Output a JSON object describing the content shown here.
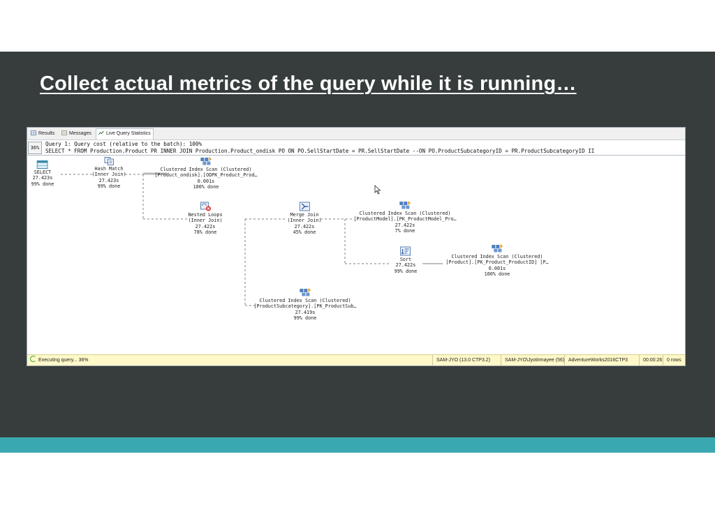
{
  "slide": {
    "title": "Collect actual metrics of the query while it is running…",
    "band_color": "#363d3c",
    "stripe_color": "#3aa8b0"
  },
  "tabs": [
    {
      "label": "Results",
      "icon": "grid-icon",
      "active": false
    },
    {
      "label": "Messages",
      "icon": "messages-icon",
      "active": false
    },
    {
      "label": "Live Query Statistics",
      "icon": "live-stats-icon",
      "active": true
    }
  ],
  "query": {
    "percent": "36%",
    "line1": "Query 1: Query cost (relative to the batch): 100%",
    "line2": "SELECT * FROM Production.Product PR INNER JOIN Production.Product_ondisk PO ON PO.SellStartDate = PR.SellStartDate --ON PO.ProductSubcategoryID = PR.ProductSubcategoryID II"
  },
  "plan": {
    "nodes": [
      {
        "id": "select",
        "icon": "select-table-icon",
        "lines": [
          "SELECT",
          "27.423s",
          "99% done"
        ]
      },
      {
        "id": "hash-match",
        "icon": "hash-match-icon",
        "lines": [
          "Hash Match",
          "(Inner Join)",
          "27.423s",
          "99% done"
        ]
      },
      {
        "id": "ci-scan-ondisk",
        "icon": "clustered-index-scan-icon",
        "lines": [
          "Clustered Index Scan (Clustered)",
          "[Product_ondisk].[ODPK_Product_Prod…",
          "0.001s",
          "100% done"
        ]
      },
      {
        "id": "nested-loops",
        "icon": "nested-loops-icon",
        "lines": [
          "Nested Loops",
          "(Inner Join)",
          "27.422s",
          "78% done"
        ]
      },
      {
        "id": "merge-join",
        "icon": "merge-join-icon",
        "lines": [
          "Merge Join",
          "(Inner Join)",
          "27.422s",
          "45% done"
        ]
      },
      {
        "id": "ci-scan-model",
        "icon": "clustered-index-scan-icon",
        "lines": [
          "Clustered Index Scan (Clustered)",
          "[ProductModel].[PK_ProductModel_Pro…",
          "27.422s",
          "7% done"
        ]
      },
      {
        "id": "sort",
        "icon": "sort-icon",
        "lines": [
          "Sort",
          "27.422s",
          "99% done"
        ]
      },
      {
        "id": "ci-scan-product",
        "icon": "clustered-index-scan-icon",
        "lines": [
          "Clustered Index Scan (Clustered)",
          "[Product].[PK_Product_ProductID] [P…",
          "0.001s",
          "100% done"
        ]
      },
      {
        "id": "ci-scan-subcategory",
        "icon": "clustered-index-scan-icon",
        "lines": [
          "Clustered Index Scan (Clustered)",
          "[ProductSubcategory].[PK_ProductSub…",
          "27.419s",
          "99% done"
        ]
      }
    ]
  },
  "status": {
    "executing": "Executing query... 36%",
    "server": "SAM-JYO (13.0 CTP3.2)",
    "user": "SAM-JYO\\Jyotirmayee (56)",
    "database": "AdventureWorks2016CTP3",
    "elapsed": "00:00:26",
    "rows": "0 rows"
  }
}
